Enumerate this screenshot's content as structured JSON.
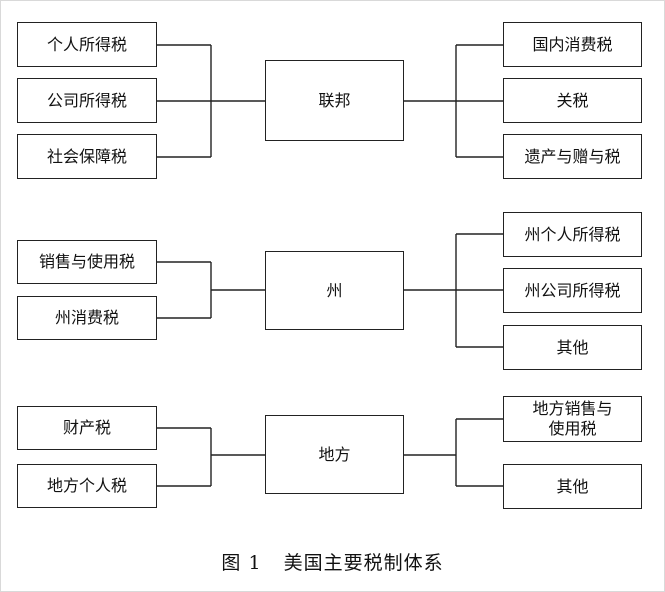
{
  "federal": {
    "center": "联邦",
    "left": [
      "个人所得税",
      "公司所得税",
      "社会保障税"
    ],
    "right": [
      "国内消费税",
      "关税",
      "遗产与赠与税"
    ]
  },
  "state": {
    "center": "州",
    "left": [
      "销售与使用税",
      "州消费税"
    ],
    "right": [
      "州个人所得税",
      "州公司所得税",
      "其他"
    ]
  },
  "local": {
    "center": "地方",
    "left": [
      "财产税",
      "地方个人税"
    ],
    "right": [
      "地方销售与\n使用税",
      "其他"
    ]
  },
  "caption": {
    "figure_number": "图 1",
    "title": "美国主要税制体系"
  }
}
